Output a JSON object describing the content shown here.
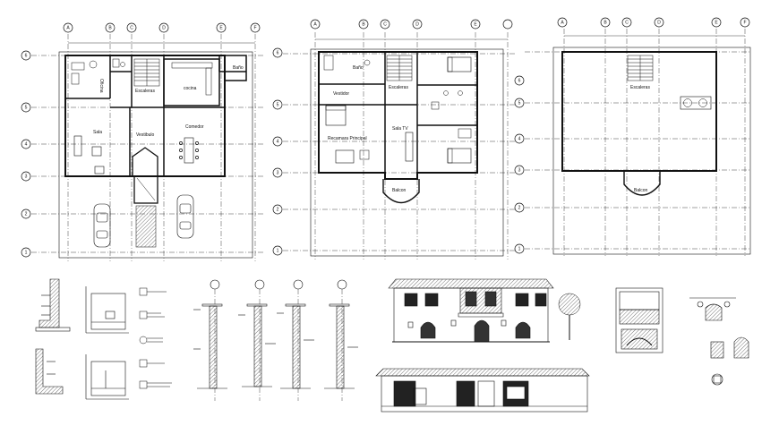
{
  "plan_ground": {
    "axes_top": [
      "A",
      "B",
      "C",
      "D",
      "E",
      "F"
    ],
    "axes_left": [
      "6",
      "5",
      "4",
      "3",
      "2",
      "1"
    ],
    "rooms": {
      "bano": "Baño",
      "oficina": "Oficina",
      "cocina": "cocina",
      "escaleras": "Escaleras",
      "sala": "Sala",
      "vestibulo": "Vestibulo",
      "comedor": "Comedor"
    }
  },
  "plan_upper": {
    "axes_top": [
      "A",
      "B",
      "C",
      "D",
      "E"
    ],
    "axes_left": [
      "6",
      "5",
      "4",
      "3",
      "2",
      "1"
    ],
    "rooms": {
      "bano": "Baño",
      "escaleras": "Escaleras",
      "vestidor": "Vestidor",
      "recamara": "Recamara Principal",
      "sala_tv": "Sala TV",
      "balcon": "Balcon"
    }
  },
  "plan_roof": {
    "axes_top": [
      "A",
      "B",
      "C",
      "D",
      "E",
      "F"
    ],
    "axes_left": [
      "6",
      "5",
      "4",
      "3",
      "2",
      "1"
    ],
    "rooms": {
      "escaleras": "Escaleras",
      "balcon": "Balcon"
    }
  },
  "colors": {
    "line": "#111111",
    "background": "#ffffff",
    "hatch": "#555555"
  }
}
